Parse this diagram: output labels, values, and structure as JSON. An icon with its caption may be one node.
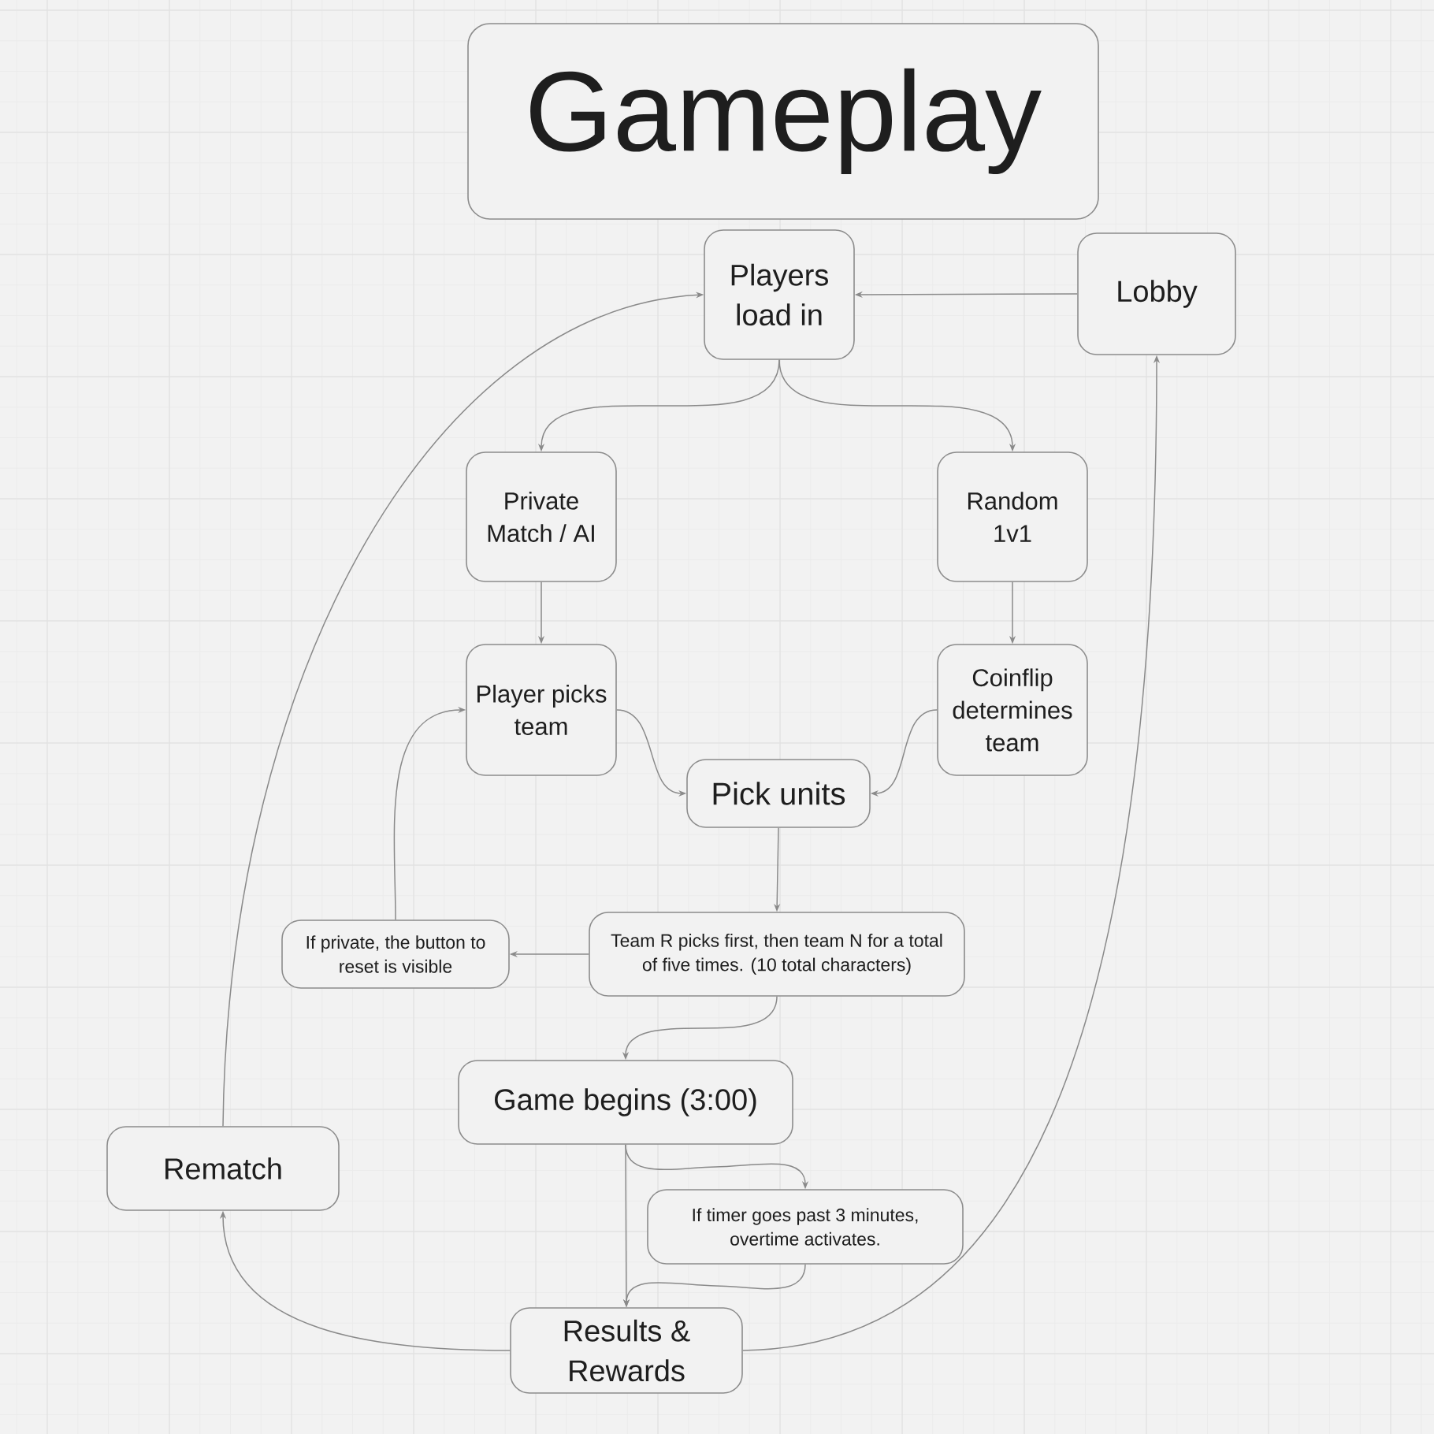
{
  "diagram": {
    "title": "Gameplay",
    "nodes": [
      {
        "text": [
          "Players load in"
        ]
      },
      {
        "text": [
          "Lobby"
        ]
      },
      {
        "text": [
          "Private Match / AI"
        ]
      },
      {
        "text": [
          "Random 1v1"
        ]
      },
      {
        "text": [
          "Player picks team"
        ]
      },
      {
        "text": [
          "Coinflip determines team"
        ]
      },
      {
        "text": [
          "Pick units"
        ]
      },
      {
        "text": [
          "If private, the button to reset is visible"
        ]
      },
      {
        "text": [
          "Team R picks first, then team N for a total of five times. (10 total characters)"
        ]
      },
      {
        "text": [
          "Game begins (3:00)"
        ]
      },
      {
        "text": [
          "Rematch"
        ]
      },
      {
        "text": [
          "If timer goes past 3 minutes, overtime activates."
        ]
      },
      {
        "text": [
          "Results & Rewards"
        ]
      }
    ],
    "edges": [
      {
        "from": 1,
        "to": 0,
        "arrow": "to"
      },
      {
        "from": 10,
        "to": 0,
        "arrow": "to"
      },
      {
        "from": 0,
        "to": 2,
        "arrow": "to"
      },
      {
        "from": 0,
        "to": 3,
        "arrow": "to"
      },
      {
        "from": 2,
        "to": 4,
        "arrow": "to"
      },
      {
        "from": 3,
        "to": 5,
        "arrow": "to"
      },
      {
        "from": 4,
        "to": 6,
        "arrow": "to"
      },
      {
        "from": 5,
        "to": 6,
        "arrow": "to"
      },
      {
        "from": 6,
        "to": 8,
        "arrow": "to"
      },
      {
        "from": 8,
        "to": 7,
        "arrow": "to"
      },
      {
        "from": 7,
        "to": 4,
        "arrow": "to"
      },
      {
        "from": 8,
        "to": 9,
        "arrow": "to"
      },
      {
        "from": 9,
        "to": 12,
        "arrow": "to"
      },
      {
        "from": 9,
        "to": 11,
        "arrow": "to"
      },
      {
        "from": 11,
        "to": 12,
        "arrow": "to"
      },
      {
        "from": 12,
        "to": 10,
        "arrow": "to"
      },
      {
        "from": 12,
        "to": 1,
        "arrow": "to"
      }
    ]
  }
}
